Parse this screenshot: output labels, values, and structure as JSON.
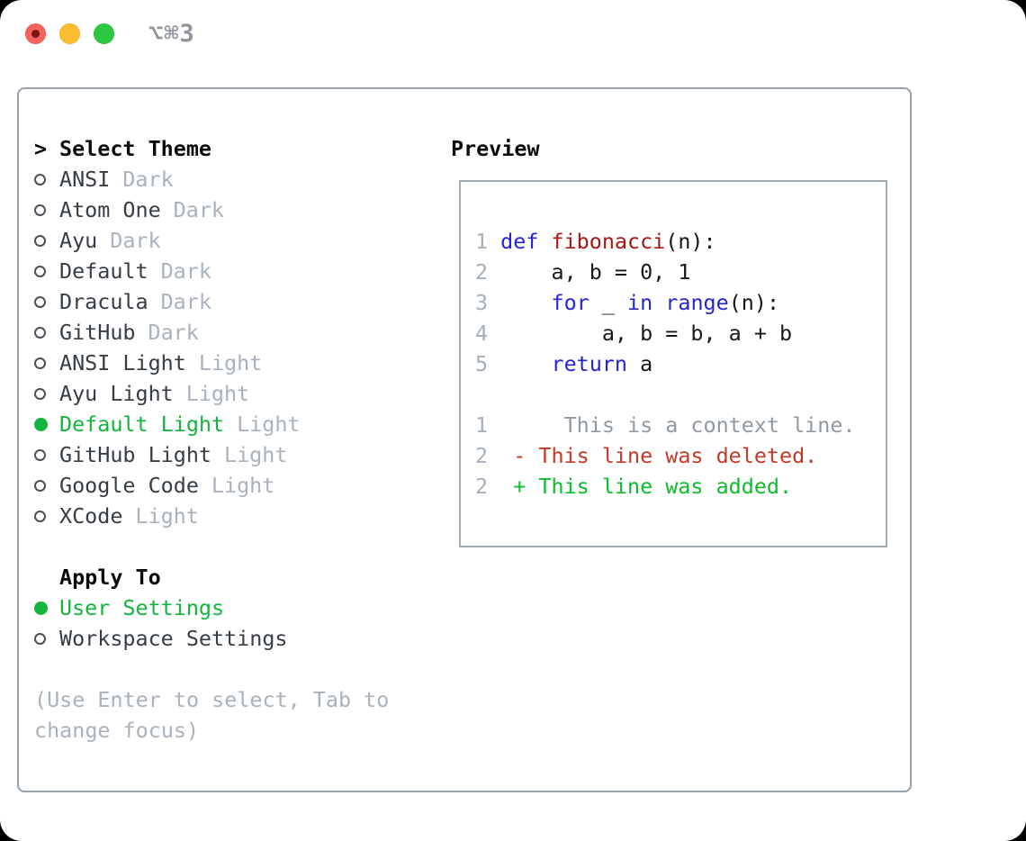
{
  "titlebar": {
    "shortcut": "⌥⌘3",
    "traffic_colors": {
      "close": "#f4635c",
      "close_dot": "#7a1511",
      "minimize": "#fcbd30",
      "zoom": "#2cc840"
    }
  },
  "colors": {
    "accent_green": "#13b53c",
    "muted_gray": "#a9b2bd",
    "item_text": "#363d45",
    "panel_border": "#99a2ab",
    "preview_border": "#a3abb4"
  },
  "theme_picker": {
    "prompt": ">",
    "title": "Select Theme",
    "items": [
      {
        "name": "ANSI",
        "tag": "Dark",
        "selected": false
      },
      {
        "name": "Atom One",
        "tag": "Dark",
        "selected": false
      },
      {
        "name": "Ayu",
        "tag": "Dark",
        "selected": false
      },
      {
        "name": "Default",
        "tag": "Dark",
        "selected": false
      },
      {
        "name": "Dracula",
        "tag": "Dark",
        "selected": false
      },
      {
        "name": "GitHub",
        "tag": "Dark",
        "selected": false
      },
      {
        "name": "ANSI Light",
        "tag": "Light",
        "selected": false
      },
      {
        "name": "Ayu Light",
        "tag": "Light",
        "selected": false
      },
      {
        "name": "Default Light",
        "tag": "Light",
        "selected": true
      },
      {
        "name": "GitHub Light",
        "tag": "Light",
        "selected": false
      },
      {
        "name": "Google Code",
        "tag": "Light",
        "selected": false
      },
      {
        "name": "XCode",
        "tag": "Light",
        "selected": false
      }
    ],
    "apply_to": {
      "title": "Apply To",
      "options": [
        {
          "name": "User Settings",
          "selected": true
        },
        {
          "name": "Workspace Settings",
          "selected": false
        }
      ]
    },
    "hint": "(Use Enter to select, Tab to change focus)"
  },
  "preview": {
    "title": "Preview",
    "colors": {
      "kw": "#2525d8",
      "fn": "#a81616",
      "df": "#17181c",
      "ctx": "#9199a1",
      "del": "#c2392a",
      "add": "#0cbd2d",
      "ln": "#a6b0ba"
    },
    "lines": [
      {
        "num": "1",
        "segments": [
          {
            "t": "def ",
            "c": "kw"
          },
          {
            "t": "fibonacci",
            "c": "fn"
          },
          {
            "t": "(n):",
            "c": "df"
          }
        ]
      },
      {
        "num": "2",
        "segments": [
          {
            "t": "    a, b = 0, 1",
            "c": "df"
          }
        ]
      },
      {
        "num": "3",
        "segments": [
          {
            "t": "    ",
            "c": "df"
          },
          {
            "t": "for",
            "c": "kw"
          },
          {
            "t": " _ ",
            "c": "df"
          },
          {
            "t": "in",
            "c": "kw"
          },
          {
            "t": " ",
            "c": "df"
          },
          {
            "t": "range",
            "c": "kw"
          },
          {
            "t": "(n):",
            "c": "df"
          }
        ]
      },
      {
        "num": "4",
        "segments": [
          {
            "t": "        a, b = b, a + b",
            "c": "df"
          }
        ]
      },
      {
        "num": "5",
        "segments": [
          {
            "t": "    ",
            "c": "df"
          },
          {
            "t": "return",
            "c": "kw"
          },
          {
            "t": " a",
            "c": "df"
          }
        ]
      },
      {
        "num": "",
        "segments": []
      },
      {
        "num": "1",
        "segments": [
          {
            "t": "     This is a context line.",
            "c": "ctx"
          }
        ]
      },
      {
        "num": "2",
        "segments": [
          {
            "t": " - ",
            "c": "del"
          },
          {
            "t": "This line was deleted.",
            "c": "del"
          }
        ]
      },
      {
        "num": "2",
        "segments": [
          {
            "t": " + ",
            "c": "add"
          },
          {
            "t": "This line was added.",
            "c": "add"
          }
        ]
      }
    ]
  }
}
